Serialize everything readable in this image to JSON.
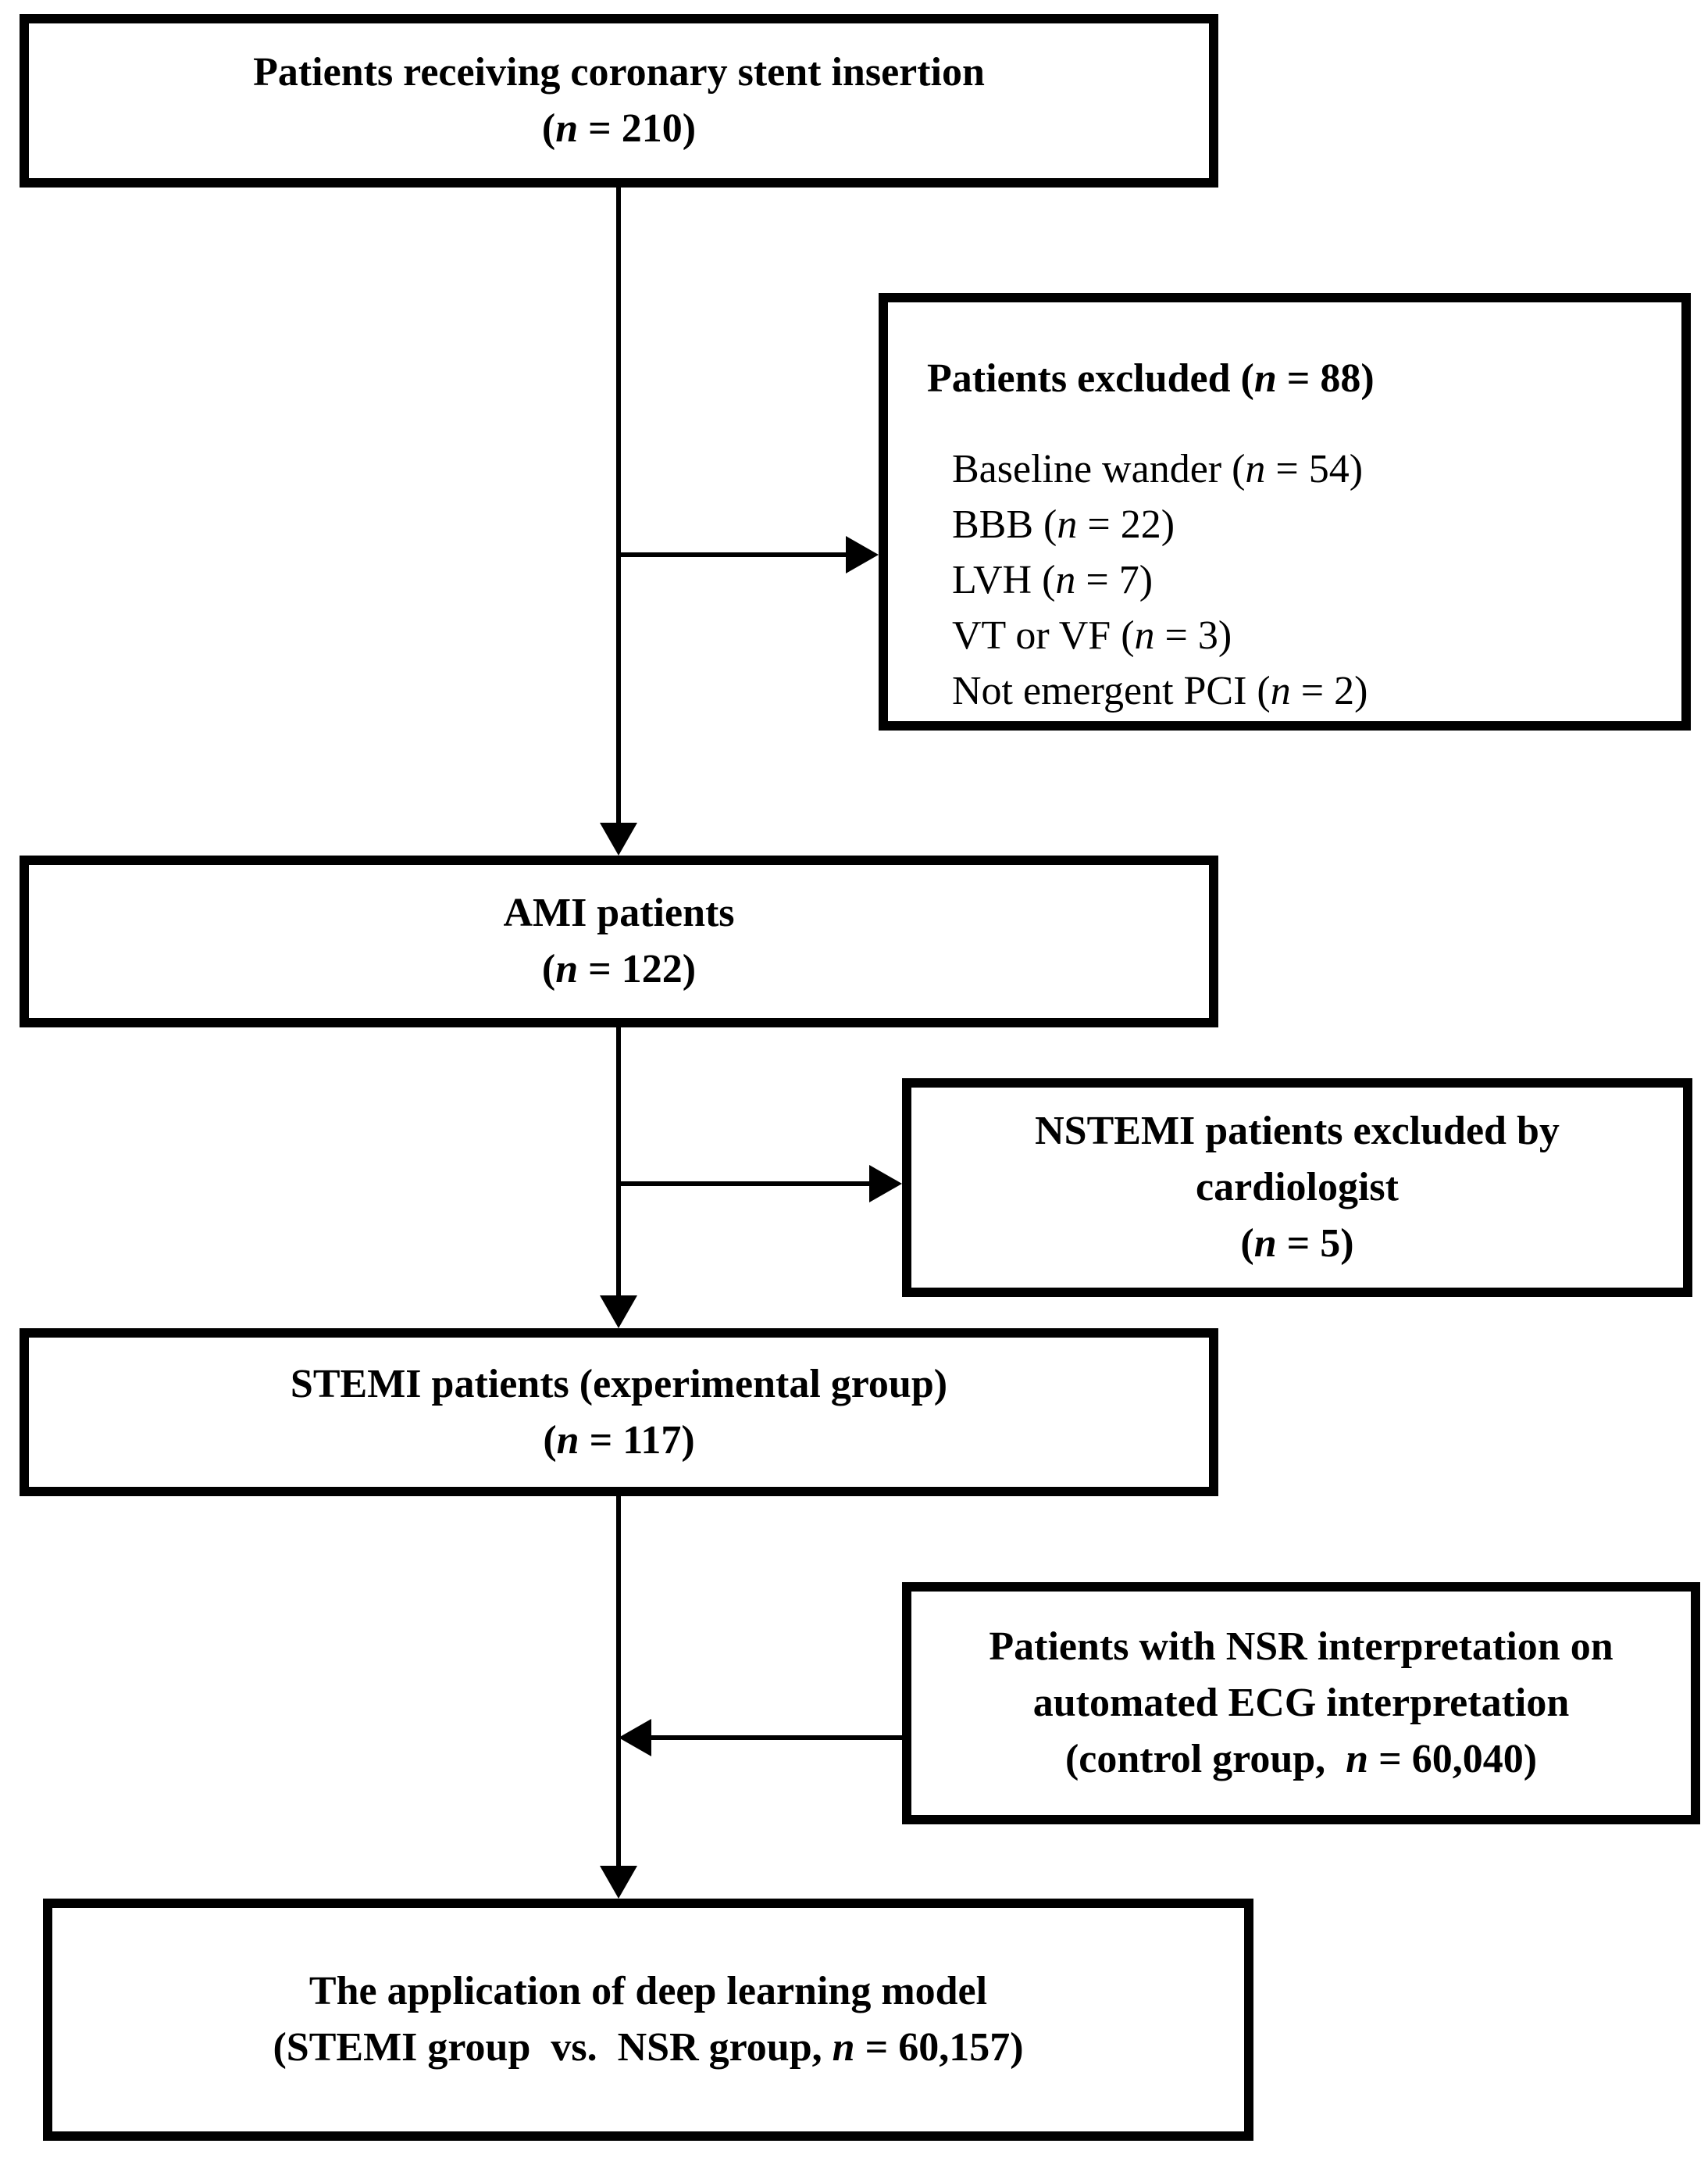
{
  "palette": {
    "ink": "#000000",
    "paper": "#ffffff"
  },
  "boxes": {
    "stent": {
      "line1": "Patients receiving coronary stent insertion",
      "count": {
        "pre": "(",
        "n": "n",
        "post": " = 210)"
      }
    },
    "excluded": {
      "heading": {
        "pre": "Patients excluded (",
        "n": "n",
        "post": " = 88)"
      },
      "items": [
        {
          "pre": "Baseline wander (",
          "n": "n",
          "post": " = 54)"
        },
        {
          "pre": "BBB (",
          "n": "n",
          "post": " = 22)"
        },
        {
          "pre": "LVH (",
          "n": "n",
          "post": " = 7)"
        },
        {
          "pre": "VT or VF (",
          "n": "n",
          "post": " = 3)"
        },
        {
          "pre": "Not emergent PCI (",
          "n": "n",
          "post": " = 2)"
        }
      ]
    },
    "ami": {
      "line1": "AMI patients",
      "count": {
        "pre": "(",
        "n": "n",
        "post": " = 122)"
      }
    },
    "nstemi": {
      "line1": "NSTEMI patients excluded by",
      "line2": "cardiologist",
      "count": {
        "pre": "(",
        "n": "n",
        "post": " = 5)"
      }
    },
    "stemi": {
      "line1": "STEMI patients (experimental group)",
      "count": {
        "pre": "(",
        "n": "n",
        "post": " = 117)"
      }
    },
    "nsr": {
      "line1": "Patients with NSR interpretation on",
      "line2": "automated ECG interpretation",
      "count": {
        "pre": "(control group, ",
        "n": "n",
        "post": " = 60,040)"
      }
    },
    "application": {
      "line1": "The application of deep learning model",
      "count": {
        "pre": "(STEMI group vs. NSR group, ",
        "n": "n",
        "post": " = 60,157)"
      }
    }
  }
}
